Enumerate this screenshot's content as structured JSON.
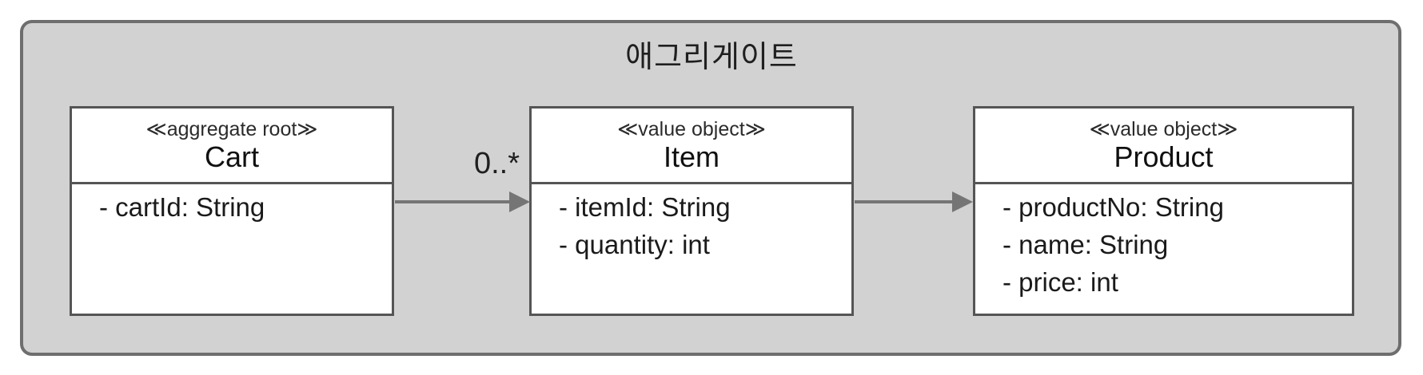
{
  "diagram": {
    "title": "애그리게이트",
    "classes": [
      {
        "stereotype": "≪aggregate root≫",
        "name": "Cart",
        "attributes": [
          "- cartId: String"
        ]
      },
      {
        "stereotype": "≪value object≫",
        "name": "Item",
        "attributes": [
          "- itemId: String",
          "- quantity: int"
        ]
      },
      {
        "stereotype": "≪value object≫",
        "name": "Product",
        "attributes": [
          "- productNo: String",
          "- name: String",
          "- price: int"
        ]
      }
    ],
    "connections": [
      {
        "from": "Cart",
        "to": "Item",
        "multiplicity": "0..*"
      },
      {
        "from": "Item",
        "to": "Product",
        "multiplicity": ""
      }
    ],
    "colors": {
      "container_fill": "#d2d2d2",
      "container_border": "#6e6e6e",
      "box_fill": "#ffffff",
      "box_border": "#555555",
      "arrow": "#757575",
      "text": "#1a1a1a"
    }
  }
}
